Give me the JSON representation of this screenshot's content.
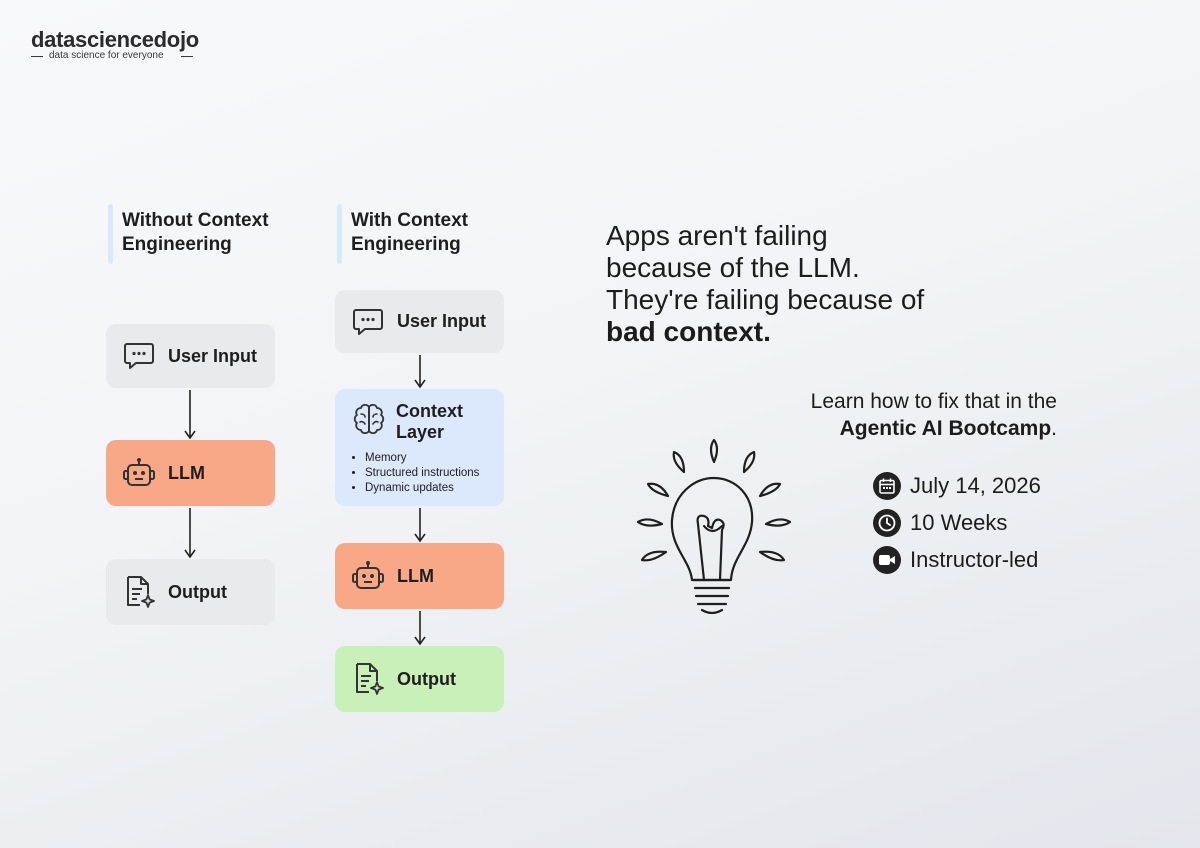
{
  "logo": {
    "wordmark": "datasciencedojo",
    "tagline": "data science for everyone"
  },
  "left_column": {
    "title_line1": "Without Context",
    "title_line2": "Engineering",
    "steps": [
      "User Input",
      "LLM",
      "Output"
    ]
  },
  "right_column": {
    "title_line1": "With Context",
    "title_line2": "Engineering",
    "user_input": "User Input",
    "context_title_line1": "Context",
    "context_title_line2": "Layer",
    "context_bullets": [
      "Memory",
      "Structured instructions",
      "Dynamic updates"
    ],
    "llm": "LLM",
    "output": "Output"
  },
  "headline": {
    "line1": "Apps aren't failing",
    "line2": "because of the LLM.",
    "line3": "They're failing because of",
    "line4_bold": "bad context."
  },
  "cta": {
    "line1": "Learn how to fix that in the",
    "line2_bold": "Agentic AI Bootcamp",
    "line2_end": "."
  },
  "details": {
    "date": "July 14, 2026",
    "duration": "10 Weeks",
    "format": "Instructor-led"
  },
  "colors": {
    "gray_box": "#e9eaed",
    "llm_orange": "#f8a886",
    "context_blue": "#dce8fb",
    "output_green": "#c8f0b8"
  },
  "icons": [
    "chat-icon",
    "robot-icon",
    "document-sparkle-icon",
    "brain-icon",
    "lightbulb-icon",
    "calendar-icon",
    "clock-icon",
    "video-icon"
  ]
}
